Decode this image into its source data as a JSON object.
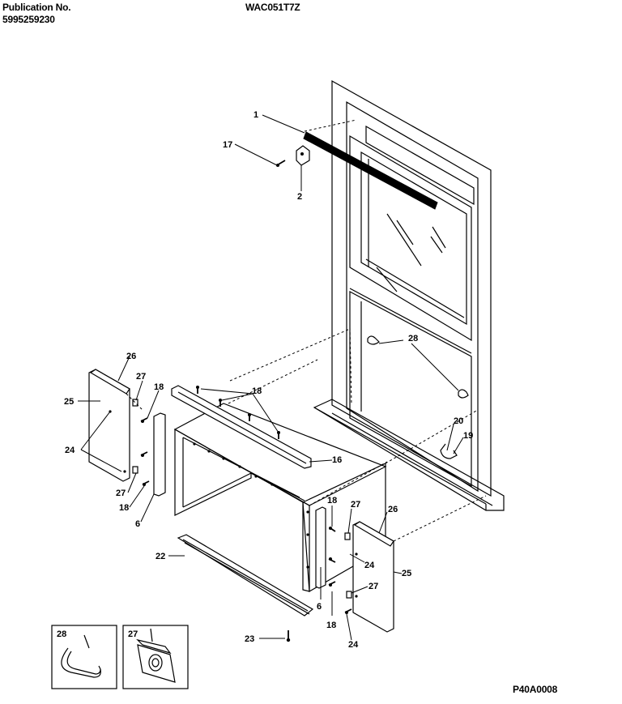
{
  "header": {
    "publication_label": "Publication No.",
    "publication_number": "5995259230",
    "model": "WAC051T7Z"
  },
  "footer": {
    "reference_code": "P40A0008"
  },
  "callouts": [
    "1",
    "17",
    "2",
    "26",
    "27",
    "18",
    "25",
    "24",
    "27",
    "18",
    "6",
    "18",
    "16",
    "28",
    "20",
    "19",
    "18",
    "27",
    "26",
    "24",
    "25",
    "22",
    "6",
    "27",
    "18",
    "23",
    "24",
    "28",
    "27"
  ]
}
